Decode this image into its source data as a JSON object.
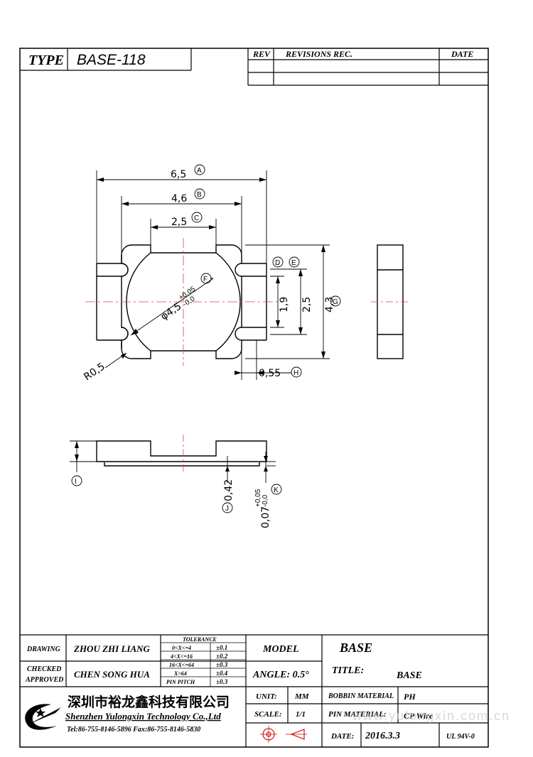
{
  "header": {
    "type_label": "TYPE",
    "type_value": "BASE-118",
    "rev_label": "REV",
    "revisions_label": "REVISIONS REC.",
    "date_label": "DATE"
  },
  "dimensions": {
    "a": "6,5",
    "a_tag": "A",
    "b": "4,6",
    "b_tag": "B",
    "c": "2,5",
    "c_tag": "C",
    "d_tag": "D",
    "e_tag": "E",
    "f_diameter": "φ4,5",
    "f_tol_plus": "+0,05",
    "f_tol_minus": "-0,0",
    "f_tag": "F",
    "d_value": "1,9",
    "e_value": "2,5",
    "g_value": "4,3",
    "g_tag": "G",
    "h_value": "0,55",
    "h_tag": "H",
    "radius": "R0,5",
    "i_tag": "I",
    "j_value": "0,42",
    "j_tag": "J",
    "k_value": "0,07",
    "k_tol_plus": "+0,05",
    "k_tol_minus": "-0,0",
    "k_tag": "K"
  },
  "title_block": {
    "drawing_label": "DRAWING",
    "drawing_name": "ZHOU ZHI LIANG",
    "checked_label": "CHECKED",
    "approved_label": "APPROVED",
    "approved_name": "CHEN SONG HUA",
    "tolerance_header": "TOLERANCE",
    "tolerances": [
      {
        "range": "0<X<=4",
        "value": "±0.1"
      },
      {
        "range": "4<X<=16",
        "value": "±0.2"
      },
      {
        "range": "16<X<=64",
        "value": "±0.3"
      },
      {
        "range": "X>64",
        "value": "±0.4"
      },
      {
        "range": "PIN PITCH",
        "value": "±0.3"
      }
    ],
    "model_label": "MODEL",
    "model_value": "BASE",
    "angle_label": "ANGLE: 0.5°",
    "title_label": "TITLE:",
    "title_value": "BASE",
    "unit_label": "UNIT:",
    "unit_value": "MM",
    "bobbin_material_label": "BOBBIN MATERIAL",
    "bobbin_material_value": "PH",
    "scale_label": "SCALE:",
    "scale_value": "1/1",
    "pin_material_label": "PIN MATERIAL:",
    "pin_material_value": "CP Wire",
    "date_label": "DATE:",
    "date_value": "2016.3.3",
    "ul_value": "UL 94V-0",
    "company_cn": "深圳市裕龙鑫科技有限公司",
    "company_en": "Shenzhen Yulongxin Technology Co.,Ltd",
    "contact": "Tel:86-755-8146-5896  Fax:86-755-8146-5830"
  },
  "watermark": "www.yulongxin.com.cn"
}
